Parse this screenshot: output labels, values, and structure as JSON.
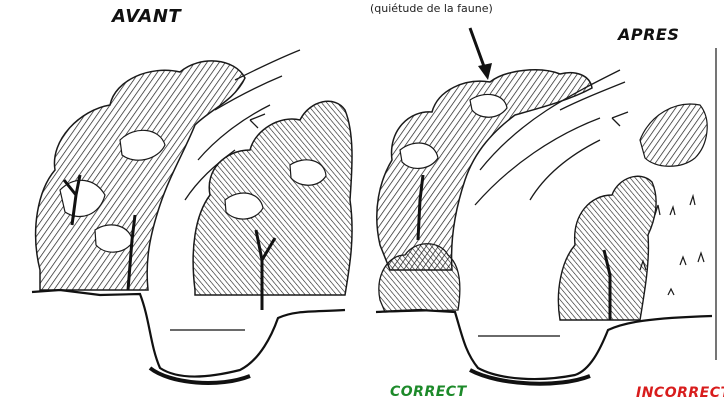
{
  "labels": {
    "before": "AVANT",
    "after": "APRES",
    "note": "(quiétude de la faune)",
    "correct": "CORRECT",
    "incorrect": "INCORRECT"
  },
  "colors": {
    "ink": "#1a1a1a",
    "correct": "#1d8a2a",
    "incorrect": "#d81c1c"
  }
}
